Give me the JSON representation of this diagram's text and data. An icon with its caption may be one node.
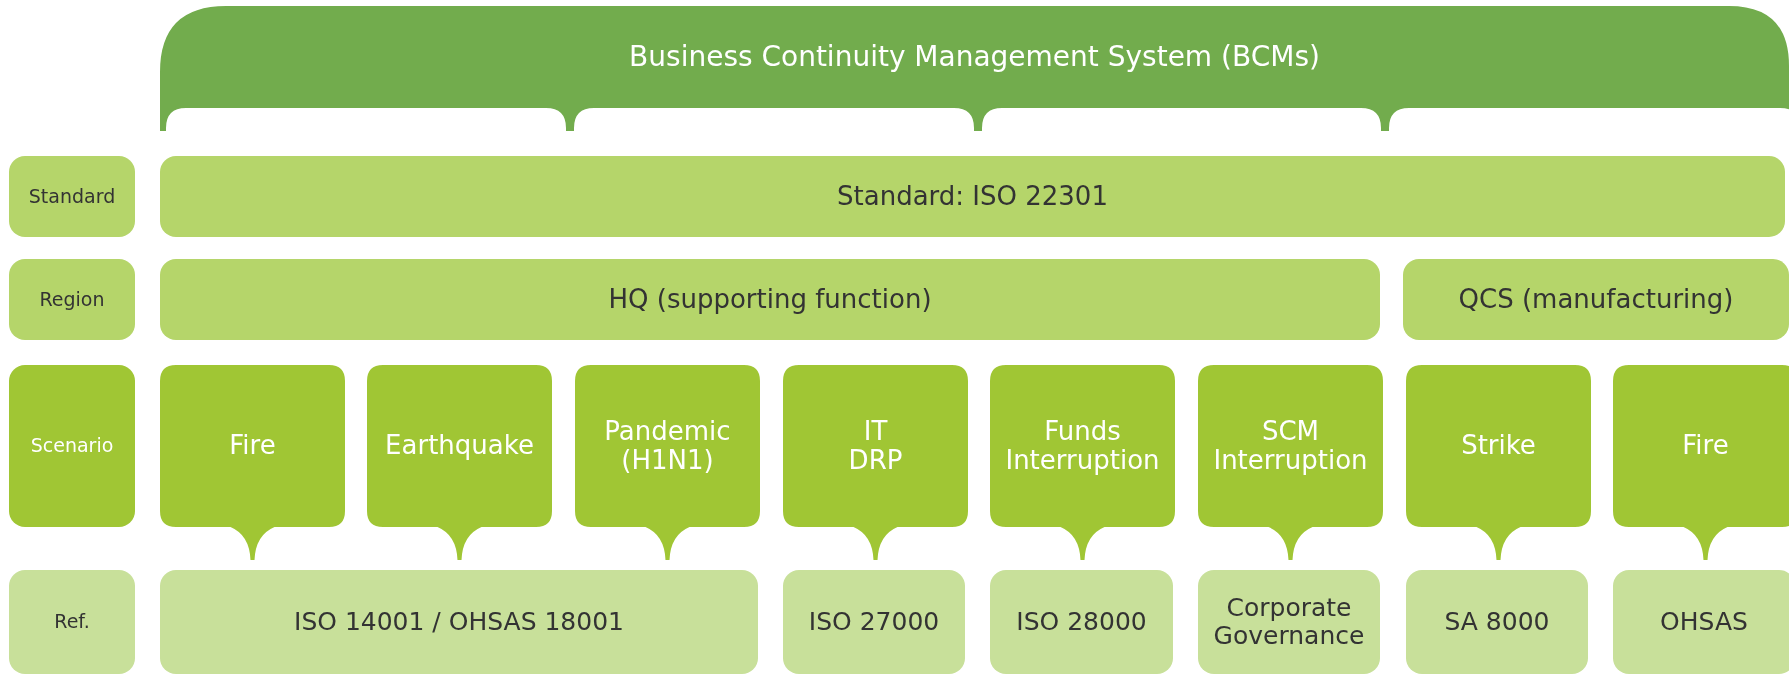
{
  "diagram": {
    "nodes": [
      {
        "text": [
          "Business Continuity Management System (BCMs)"
        ]
      },
      {
        "text": [
          "Standard"
        ]
      },
      {
        "text": [
          "Standard: ISO 22301"
        ]
      },
      {
        "text": [
          "Region"
        ]
      },
      {
        "text": [
          "HQ (supporting function)"
        ]
      },
      {
        "text": [
          "QCS (manufacturing)"
        ]
      },
      {
        "text": [
          "Scenario"
        ]
      },
      {
        "text": [
          "Fire"
        ]
      },
      {
        "text": [
          "Earthquake"
        ]
      },
      {
        "text": [
          "Pandemic (H1N1)"
        ]
      },
      {
        "text": [
          "IT DRP"
        ]
      },
      {
        "text": [
          "Funds Interruption"
        ]
      },
      {
        "text": [
          "SCM Interruption"
        ]
      },
      {
        "text": [
          "Strike"
        ]
      },
      {
        "text": [
          "Fire"
        ]
      },
      {
        "text": [
          "Ref."
        ]
      },
      {
        "text": [
          "ISO 14001 / OHSAS 18001"
        ]
      },
      {
        "text": [
          "ISO 27000"
        ]
      },
      {
        "text": [
          "ISO 28000"
        ]
      },
      {
        "text": [
          "Corporate Governance"
        ]
      },
      {
        "text": [
          "SA 8000"
        ]
      },
      {
        "text": [
          "OHSAS"
        ]
      }
    ]
  }
}
